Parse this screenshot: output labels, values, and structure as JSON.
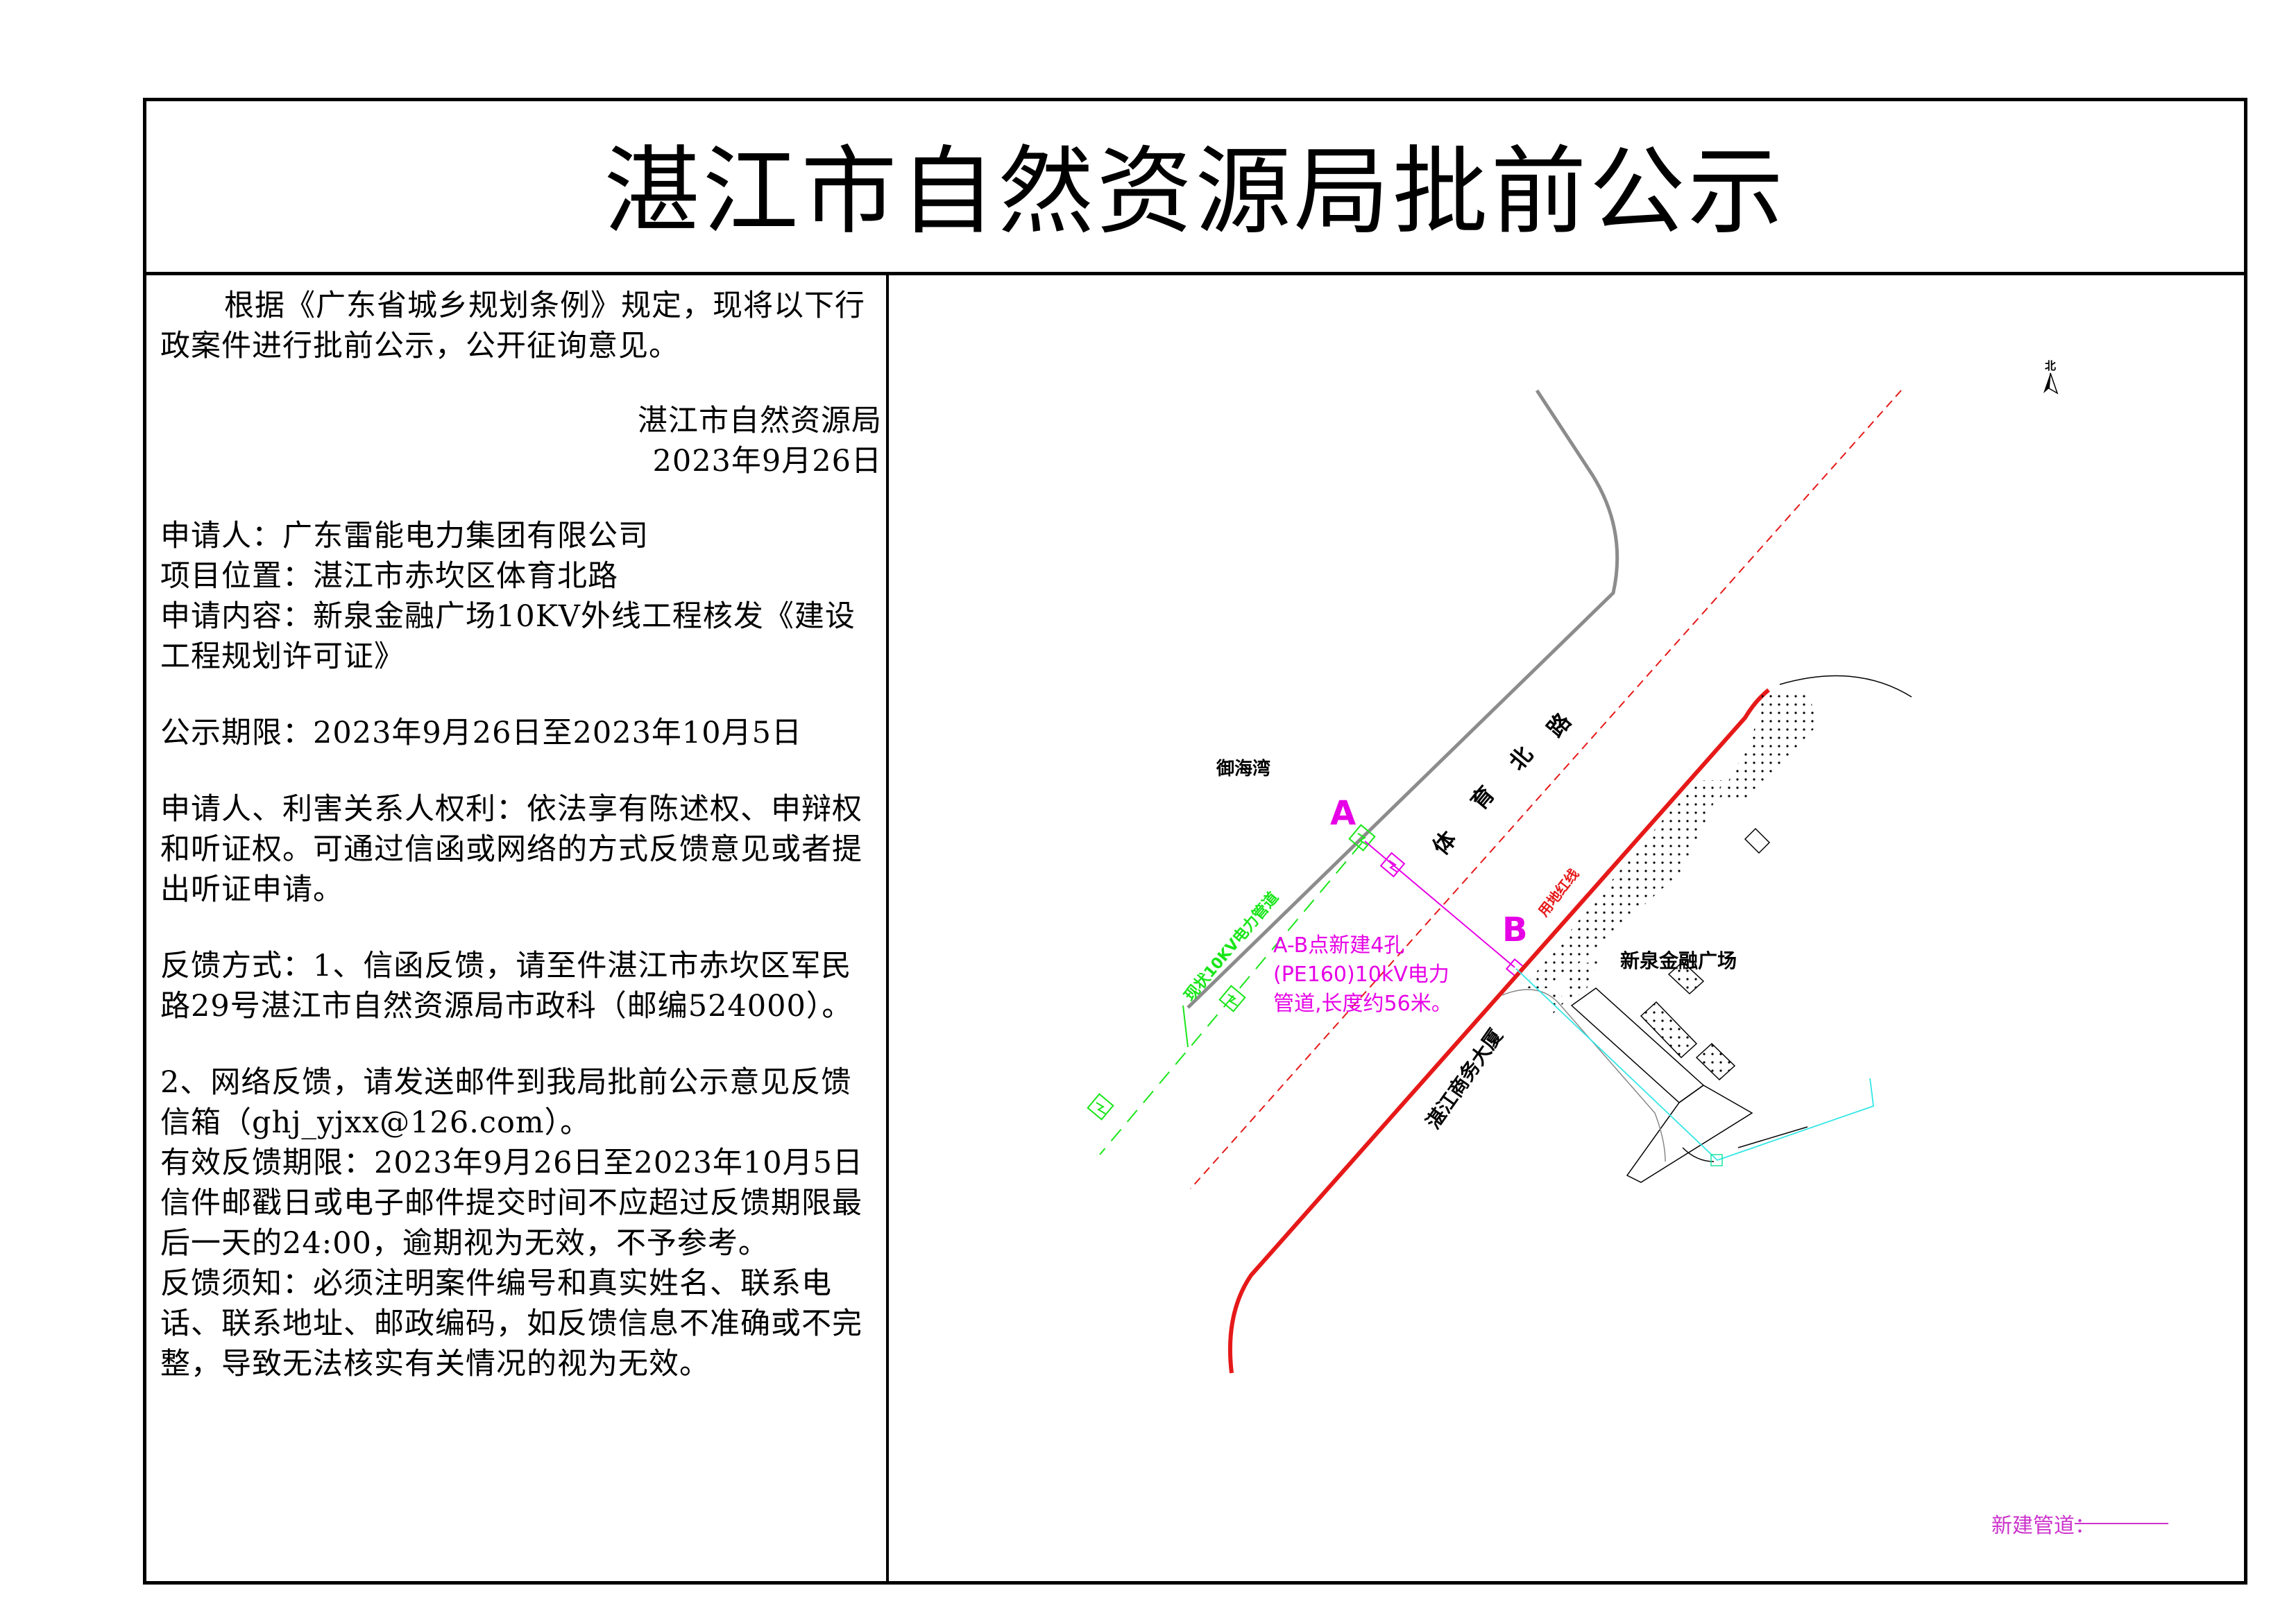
{
  "title": "湛江市自然资源局批前公示",
  "notice": {
    "intro": "根据《广东省城乡规划条例》规定，现将以下行政案件进行批前公示，公开征询意见。",
    "issuer": "湛江市自然资源局",
    "issue_date": "2023年9月26日",
    "applicant": "申请人：广东雷能电力集团有限公司",
    "location": "项目位置：湛江市赤坎区体育北路",
    "content": "申请内容：新泉金融广场10KV外线工程核发《建设工程规划许可证》",
    "period": "公示期限：2023年9月26日至2023年10月5日",
    "rights": "申请人、利害关系人权利：依法享有陈述权、申辩权和听证权。可通过信函或网络的方式反馈意见或者提出听证申请。",
    "feedback_mail": "反馈方式：1、信函反馈，请至件湛江市赤坎区军民路29号湛江市自然资源局市政科（邮编524000）。",
    "feedback_online": "2、网络反馈，请发送邮件到我局批前公示意见反馈信箱（ghj_yjxx@126.com）。",
    "valid_period": "有效反馈期限：2023年9月26日至2023年10月5日",
    "deadline_note": "信件邮戳日或电子邮件提交时间不应超过反馈期限最后一天的24:00，逾期视为无效，不予参考。",
    "requirements": "反馈须知：必须注明案件编号和真实姓名、联系电话、联系地址、邮政编码，如反馈信息不准确或不完整，导致无法核实有关情况的视为无效。"
  },
  "map": {
    "north_label": "北",
    "road_name": "体育北路",
    "road_chars": [
      "体",
      "育",
      "北",
      "路"
    ],
    "label_yuhaiwan": "御海湾",
    "label_project": "新泉金融广场",
    "label_building": "湛江商务大厦",
    "label_redline": "用地红线",
    "label_existing_pipe": "现状10KV电力管道",
    "point_a": "A",
    "point_b": "B",
    "annotation": [
      "A-B点新建4孔",
      "(PE160)10kV电力",
      "管道,长度约56米。"
    ],
    "legend_label": "新建管道：",
    "colors": {
      "new_pipe": "#e600e6",
      "existing_pipe": "#19e619",
      "red_line": "#e61919",
      "road_edge": "#8c8c8c",
      "cyan_pipe": "#33e6e6",
      "legend": "#cc33cc"
    }
  }
}
